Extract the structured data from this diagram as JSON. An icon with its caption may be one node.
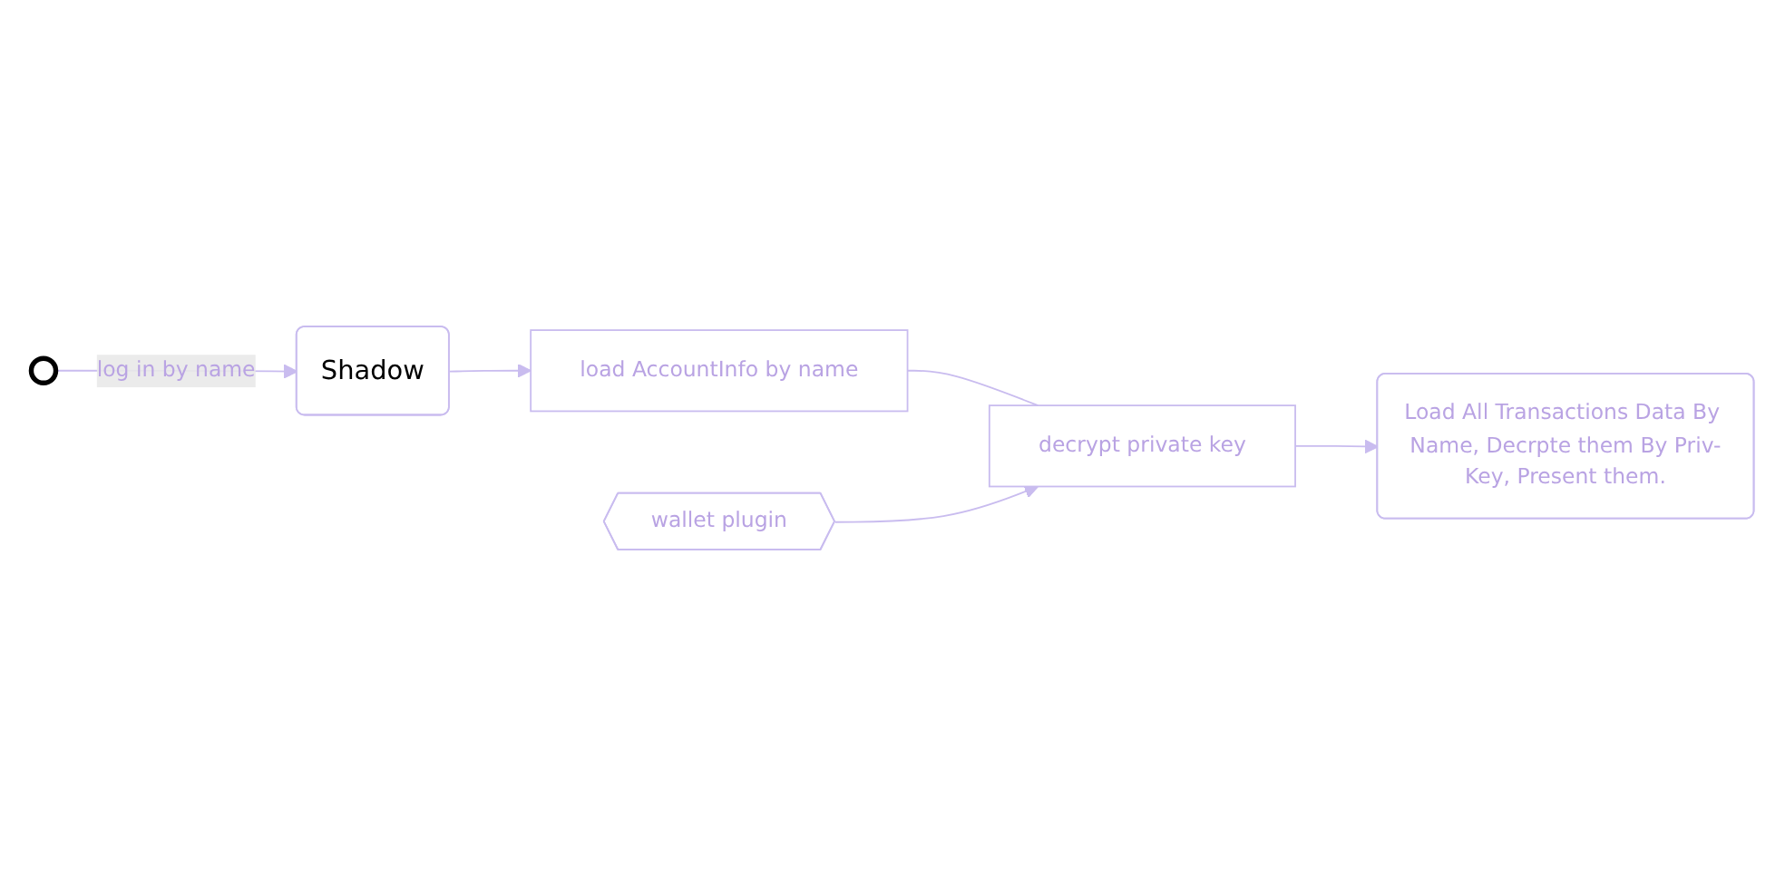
{
  "diagram": {
    "nodes": [
      {
        "text": [],
        "shape": "person"
      },
      {
        "text": [
          "Shadow"
        ]
      },
      {
        "text": [
          "load  AccountInfo by name"
        ]
      },
      {
        "text": [
          "wallet plugin"
        ]
      },
      {
        "text": [
          "decrypt private key"
        ]
      },
      {
        "text": [
          "Load All Transactions Data By Name, Decrpte them By Priv-Key, Present them."
        ]
      }
    ],
    "edges": [
      {
        "from": 0,
        "to": 1,
        "arrow": "to",
        "label": "log in by name"
      },
      {
        "from": 1,
        "to": 2,
        "arrow": "to"
      },
      {
        "from": 2,
        "to": 4,
        "arrow": "none"
      },
      {
        "from": 3,
        "to": 4,
        "arrow": "to"
      },
      {
        "from": 4,
        "to": 5,
        "arrow": "to"
      }
    ]
  }
}
